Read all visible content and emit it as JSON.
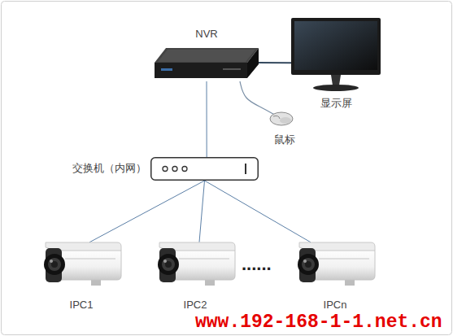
{
  "diagram": {
    "nodes": [
      {
        "text": [
          "NVR"
        ]
      },
      {
        "text": [
          "显示屏"
        ]
      },
      {
        "text": [
          "鼠标"
        ]
      },
      {
        "text": [
          "交换机（内网）"
        ]
      },
      {
        "text": [
          "IPC1"
        ]
      },
      {
        "text": [
          "IPC2"
        ]
      },
      {
        "text": [
          "IPCn"
        ]
      }
    ],
    "edges": [
      {
        "from": 0,
        "to": 1,
        "arrow": "none"
      },
      {
        "from": 0,
        "to": 2,
        "arrow": "none"
      },
      {
        "from": 0,
        "to": 3,
        "arrow": "none"
      },
      {
        "from": 3,
        "to": 4,
        "arrow": "none"
      },
      {
        "from": 3,
        "to": 5,
        "arrow": "none"
      },
      {
        "from": 3,
        "to": 6,
        "arrow": "none"
      }
    ],
    "labels": [
      "......",
      "www.192-168-1-1.net.cn"
    ]
  }
}
